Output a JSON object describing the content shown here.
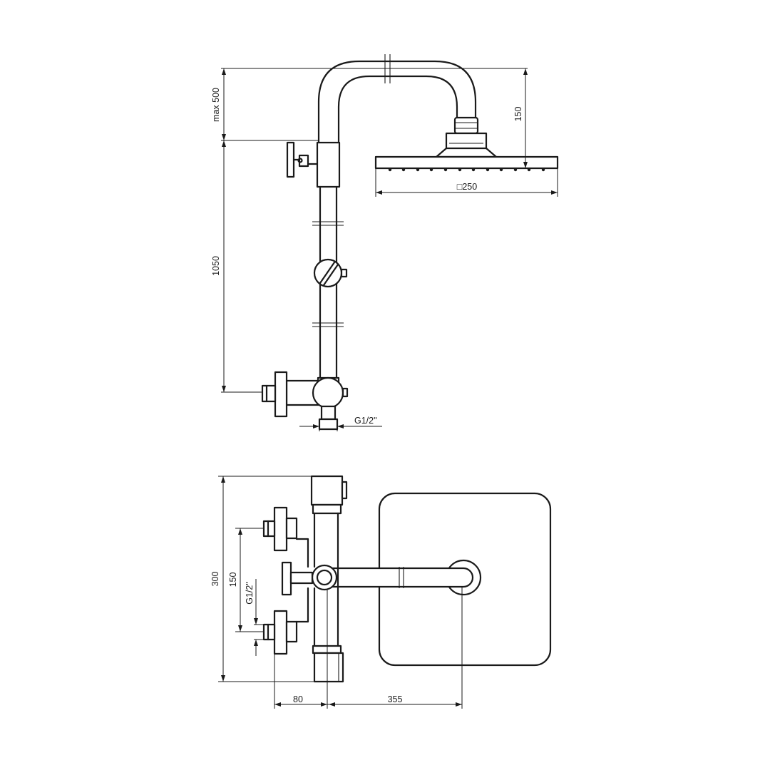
{
  "drawing": {
    "colors": {
      "line": "#1a1a1a",
      "background": "#ffffff"
    },
    "elevation_view": {
      "dimensions": {
        "riser_max": "max 500",
        "column_height": "1050",
        "head_drop": "150",
        "head_size": "□250",
        "inlet_thread": "G1/2\""
      }
    },
    "plan_view": {
      "dimensions": {
        "overall_depth": "300",
        "inlet_spacing": "150",
        "inlet_thread": "G1/2\"",
        "wall_offset": "80",
        "arm_reach": "355"
      }
    }
  }
}
